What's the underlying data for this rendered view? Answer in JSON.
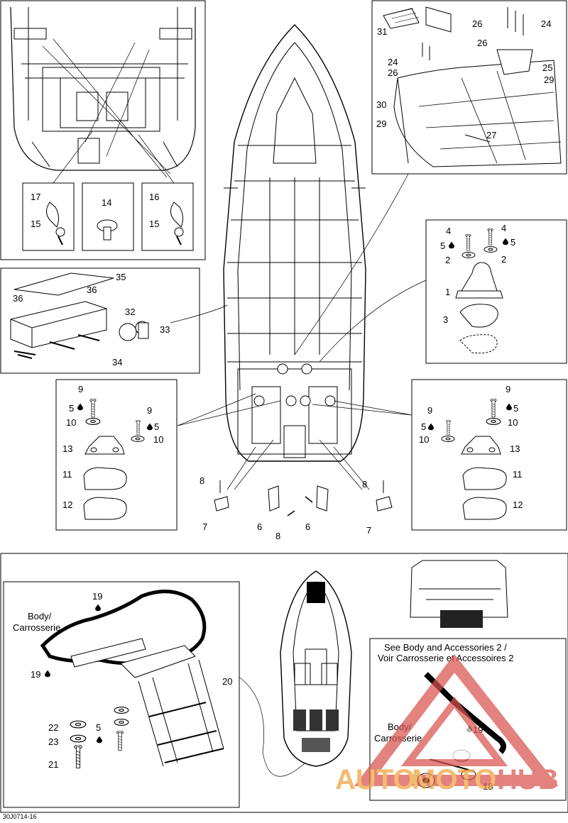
{
  "callouts": {
    "c1": "1",
    "c2": "2",
    "c3": "3",
    "c4": "4",
    "c5": "5",
    "c6": "6",
    "c7": "7",
    "c8": "8",
    "c9": "9",
    "c10": "10",
    "c11": "11",
    "c12": "12",
    "c13": "13",
    "c14": "14",
    "c15": "15",
    "c16": "16",
    "c17": "17",
    "c18": "18",
    "c19": "19",
    "c20": "20",
    "c21": "21",
    "c22": "22",
    "c23": "23",
    "c24": "24",
    "c25": "25",
    "c26": "26",
    "c27": "27",
    "c29": "29",
    "c30": "30",
    "c31": "31",
    "c32": "32",
    "c33": "33",
    "c34": "34",
    "c35": "35",
    "c36": "36"
  },
  "labels": {
    "body_line1": "Body/",
    "body_line2": "Carrosserie",
    "see_line1": "See Body and Accessories 2 /",
    "see_line2": "Voir Carrosserie et Accessoires 2"
  },
  "watermark": {
    "part1": "AUTO",
    "part2": "MOTO",
    "part3": "HUB"
  },
  "footer": {
    "code": "30J0714-16"
  },
  "colors": {
    "line": "#000000",
    "watermark_red": "#d9534f",
    "watermark_orange": "#f0a23a"
  },
  "icons": {
    "adhesive_drop": "drop-icon"
  }
}
